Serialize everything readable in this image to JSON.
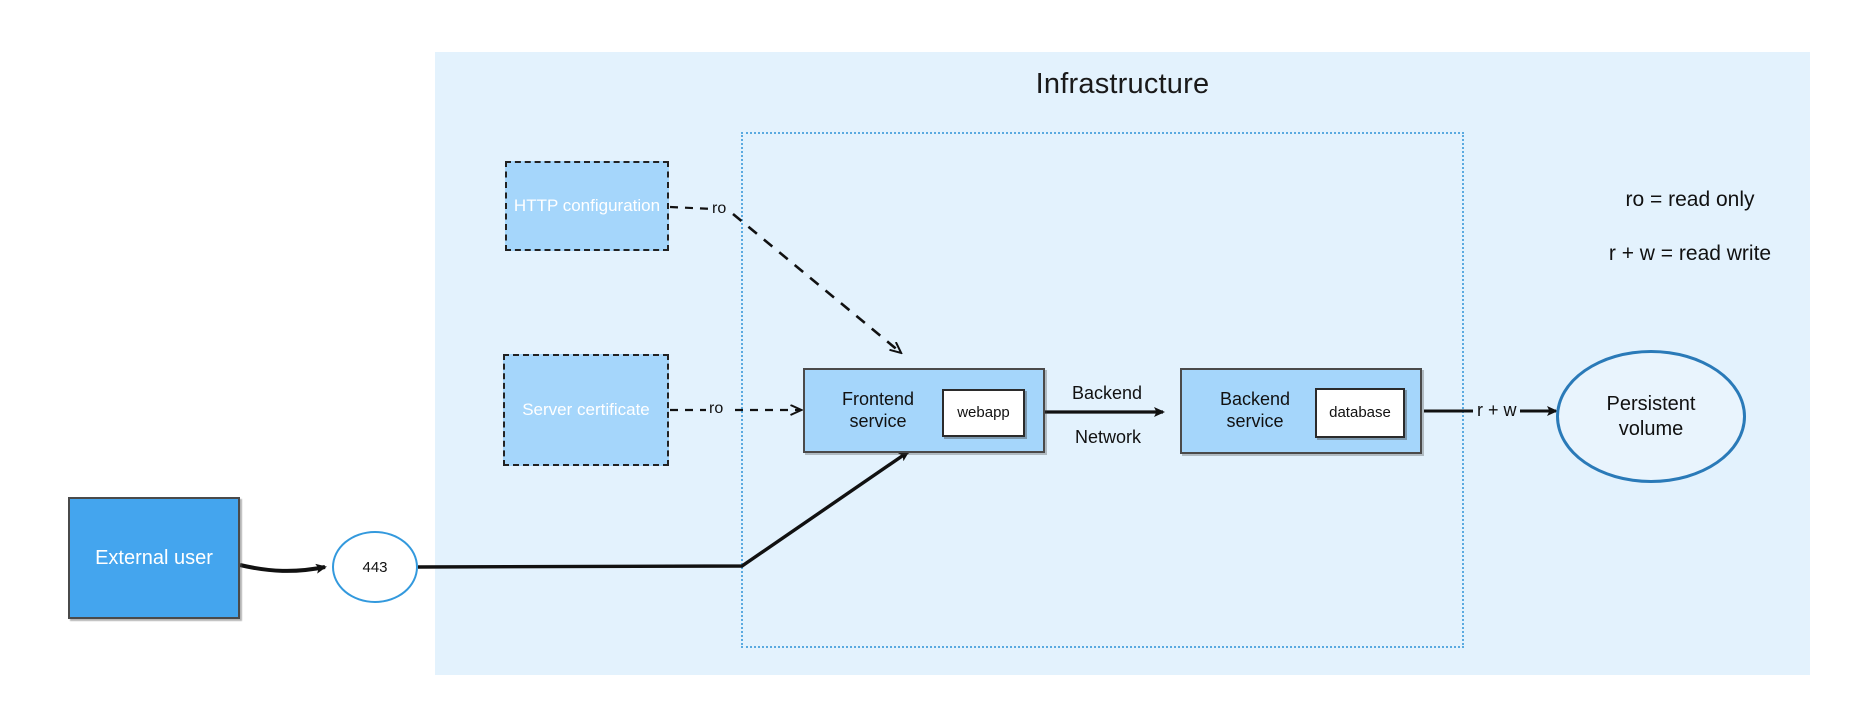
{
  "diagram": {
    "title": "Infrastructure",
    "background_color": "#ffffff",
    "panel_color": "#e3f2fd",
    "node_fill": "#a5d6fb",
    "user_fill": "#44a5ee",
    "boundary_color": "#5aaae0",
    "volume_stroke": "#2a7ab8"
  },
  "nodes": {
    "infrastructure_title": "Infrastructure",
    "http_configuration": "HTTP configuration",
    "server_certificate": "Server certificate",
    "frontend_service": "Frontend\nservice",
    "frontend_service_line1": "Frontend",
    "frontend_service_line2": "service",
    "webapp_container": "webapp",
    "backend_service_line1": "Backend",
    "backend_service_line2": "service",
    "database_container": "database",
    "persistent_volume_line1": "Persistent",
    "persistent_volume_line2": "volume",
    "external_user": "External user",
    "port": "443"
  },
  "edges": {
    "http_config_to_frontend": "ro",
    "server_cert_to_frontend": "ro",
    "frontend_to_backend_line1": "Backend",
    "frontend_to_backend_line2": "Network",
    "backend_to_volume": "r + w"
  },
  "legend": {
    "line1": "ro = read only",
    "line2": "r + w = read write"
  }
}
